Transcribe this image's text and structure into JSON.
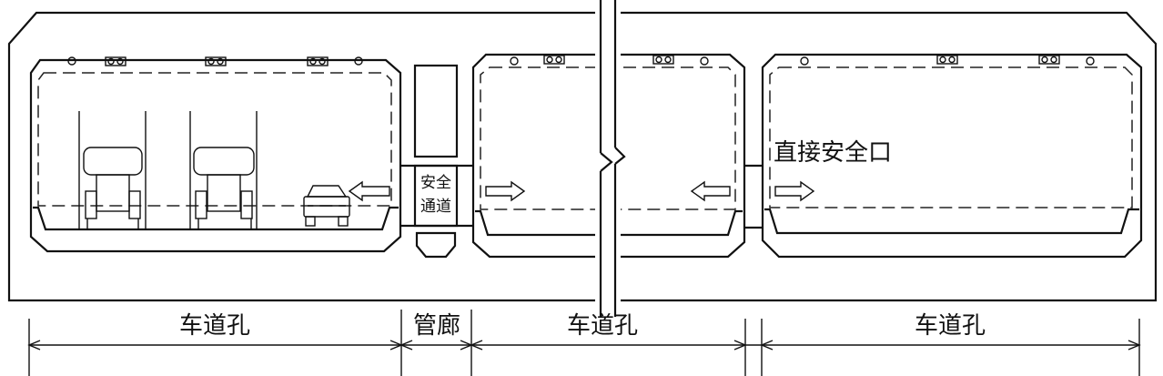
{
  "labels": {
    "safety_passage_line1": "安全",
    "safety_passage_line2": "通道",
    "direct_exit": "直接安全口"
  },
  "dimensions": {
    "bore_1": "车道孔",
    "gallery": "管廊",
    "bore_2": "车道孔",
    "bore_3": "车道孔"
  },
  "colors": {
    "line": "#111111",
    "background": "#ffffff"
  }
}
